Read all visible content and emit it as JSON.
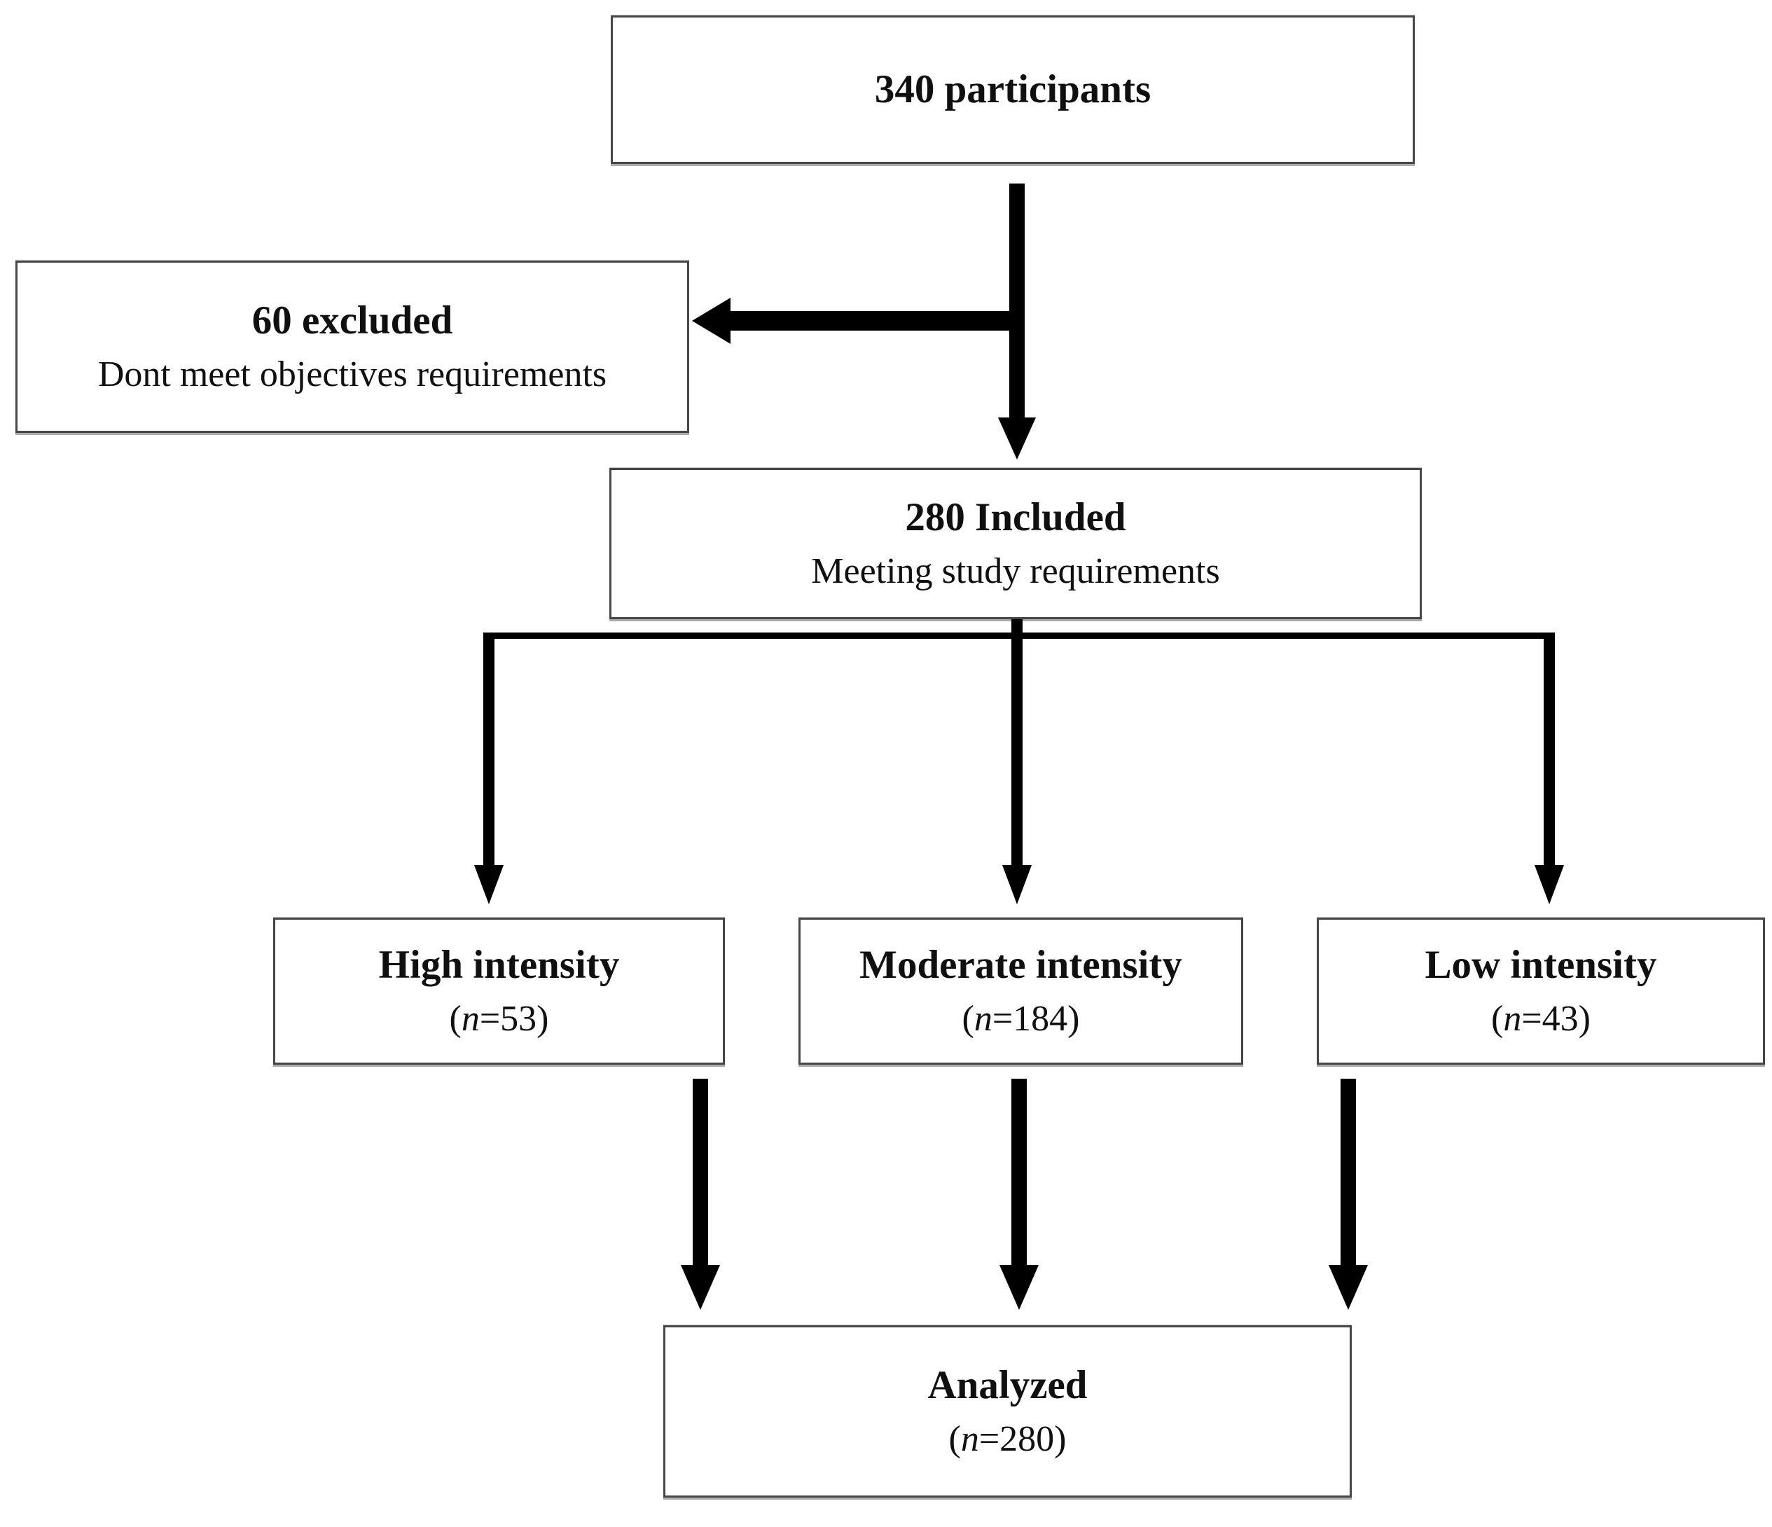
{
  "palette": {
    "line_color": "#000000",
    "box_border_color": "#464646",
    "box_background": "#ffffff",
    "text_color": "#101010",
    "page_background": "#ffffff"
  },
  "boxes": {
    "participants": {
      "title": "340 participants"
    },
    "excluded": {
      "title": "60 excluded",
      "subtitle": "Dont meet objectives requirements"
    },
    "included": {
      "title": "280 Included",
      "subtitle": "Meeting study requirements"
    },
    "high_intensity": {
      "title": "High intensity",
      "n_open": "(",
      "n_var": "n",
      "n_rest": "=53)"
    },
    "moderate_intensity": {
      "title": "Moderate intensity",
      "n_open": "(",
      "n_var": "n",
      "n_rest": "=184)"
    },
    "low_intensity": {
      "title": "Low intensity",
      "n_open": "(",
      "n_var": "n",
      "n_rest": "=43)"
    },
    "analyzed": {
      "title": "Analyzed",
      "n_open": "(",
      "n_var": "n",
      "n_rest": "=280)"
    }
  }
}
